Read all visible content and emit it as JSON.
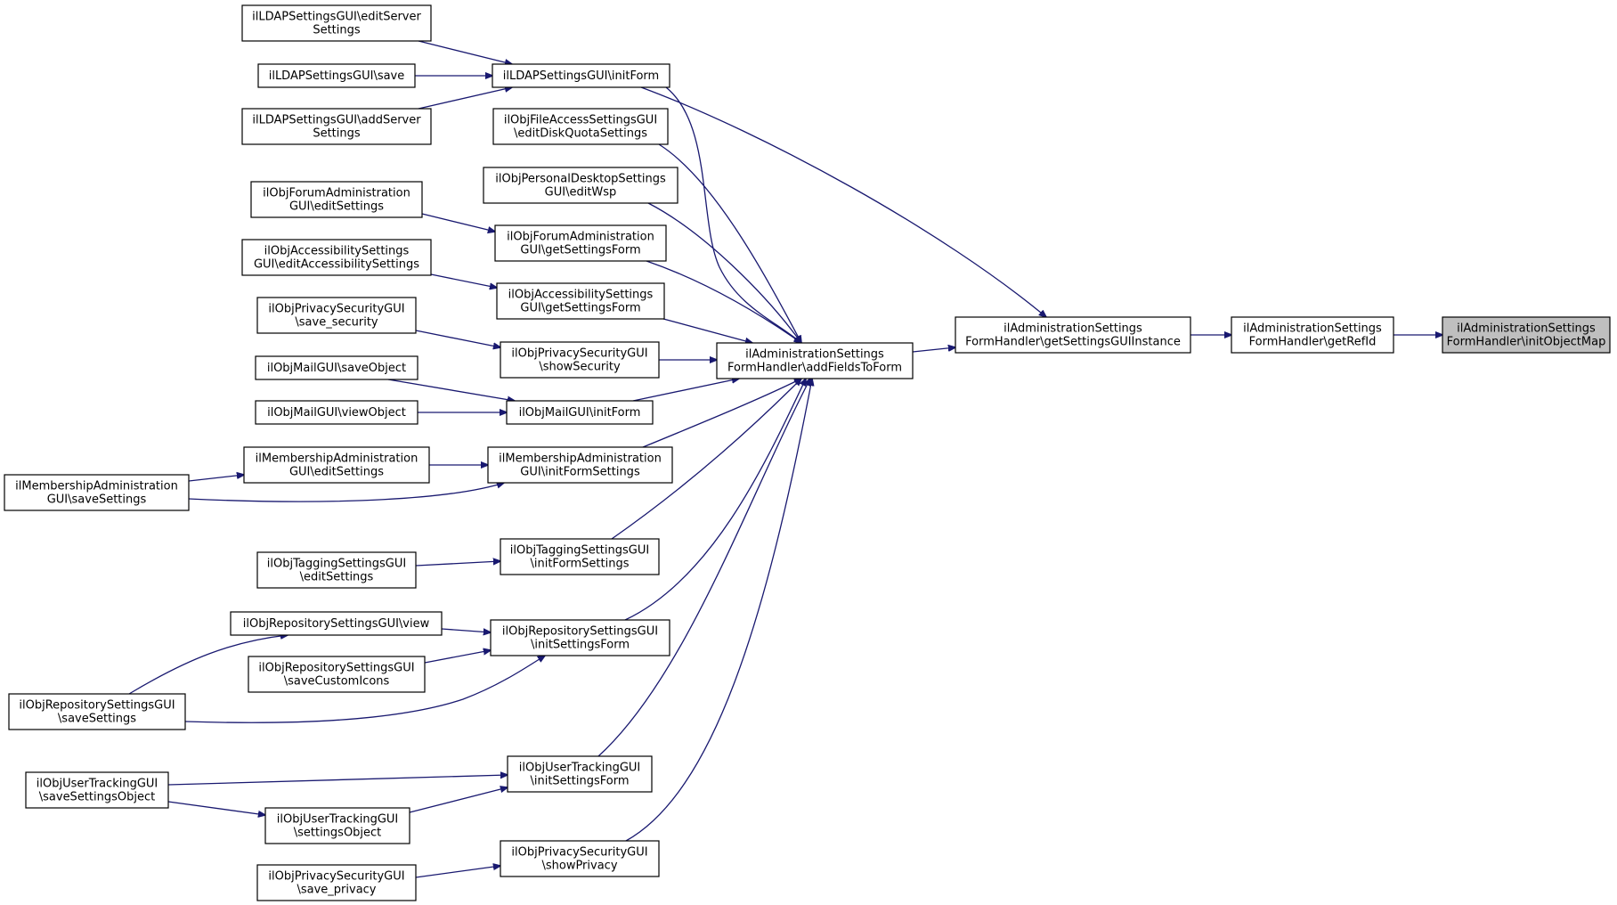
{
  "nodes": [
    {
      "id": "initObjectMap",
      "lines": [
        "ilAdministrationSettings",
        "FormHandler\\initObjectMap"
      ],
      "highlight": true
    },
    {
      "id": "getRefId",
      "lines": [
        "ilAdministrationSettings",
        "FormHandler\\getRefId"
      ]
    },
    {
      "id": "getSettingsGUIInstance",
      "lines": [
        "ilAdministrationSettings",
        "FormHandler\\getSettingsGUIInstance"
      ]
    },
    {
      "id": "addFieldsToForm",
      "lines": [
        "ilAdministrationSettings",
        "FormHandler\\addFieldsToForm"
      ]
    },
    {
      "id": "ldapInitForm",
      "lines": [
        "ilLDAPSettingsGUI\\initForm"
      ]
    },
    {
      "id": "ldapEditServer",
      "lines": [
        "ilLDAPSettingsGUI\\editServer",
        "Settings"
      ]
    },
    {
      "id": "ldapSave",
      "lines": [
        "ilLDAPSettingsGUI\\save"
      ]
    },
    {
      "id": "ldapAddServer",
      "lines": [
        "ilLDAPSettingsGUI\\addServer",
        "Settings"
      ]
    },
    {
      "id": "fileAccess",
      "lines": [
        "ilObjFileAccessSettingsGUI",
        "\\editDiskQuotaSettings"
      ]
    },
    {
      "id": "pdEditWsp",
      "lines": [
        "ilObjPersonalDesktopSettings",
        "GUI\\editWsp"
      ]
    },
    {
      "id": "forumEdit",
      "lines": [
        "ilObjForumAdministration",
        "GUI\\editSettings"
      ]
    },
    {
      "id": "forumGet",
      "lines": [
        "ilObjForumAdministration",
        "GUI\\getSettingsForm"
      ]
    },
    {
      "id": "accEdit",
      "lines": [
        "ilObjAccessibilitySettings",
        "GUI\\editAccessibilitySettings"
      ]
    },
    {
      "id": "accGet",
      "lines": [
        "ilObjAccessibilitySettings",
        "GUI\\getSettingsForm"
      ]
    },
    {
      "id": "privSaveSec",
      "lines": [
        "ilObjPrivacySecurityGUI",
        "\\save_security"
      ]
    },
    {
      "id": "privShowSec",
      "lines": [
        "ilObjPrivacySecurityGUI",
        "\\showSecurity"
      ]
    },
    {
      "id": "mailSave",
      "lines": [
        "ilObjMailGUI\\saveObject"
      ]
    },
    {
      "id": "mailView",
      "lines": [
        "ilObjMailGUI\\viewObject"
      ]
    },
    {
      "id": "mailInit",
      "lines": [
        "ilObjMailGUI\\initForm"
      ]
    },
    {
      "id": "memEdit",
      "lines": [
        "ilMembershipAdministration",
        "GUI\\editSettings"
      ]
    },
    {
      "id": "memInit",
      "lines": [
        "ilMembershipAdministration",
        "GUI\\initFormSettings"
      ]
    },
    {
      "id": "memSave",
      "lines": [
        "ilMembershipAdministration",
        "GUI\\saveSettings"
      ]
    },
    {
      "id": "tagEdit",
      "lines": [
        "ilObjTaggingSettingsGUI",
        "\\editSettings"
      ]
    },
    {
      "id": "tagInit",
      "lines": [
        "ilObjTaggingSettingsGUI",
        "\\initFormSettings"
      ]
    },
    {
      "id": "repoView",
      "lines": [
        "ilObjRepositorySettingsGUI\\view"
      ]
    },
    {
      "id": "repoInit",
      "lines": [
        "ilObjRepositorySettingsGUI",
        "\\initSettingsForm"
      ]
    },
    {
      "id": "repoIcons",
      "lines": [
        "ilObjRepositorySettingsGUI",
        "\\saveCustomIcons"
      ]
    },
    {
      "id": "repoSave",
      "lines": [
        "ilObjRepositorySettingsGUI",
        "\\saveSettings"
      ]
    },
    {
      "id": "utInit",
      "lines": [
        "ilObjUserTrackingGUI",
        "\\initSettingsForm"
      ]
    },
    {
      "id": "utSave",
      "lines": [
        "ilObjUserTrackingGUI",
        "\\saveSettingsObject"
      ]
    },
    {
      "id": "utSettings",
      "lines": [
        "ilObjUserTrackingGUI",
        "\\settingsObject"
      ]
    },
    {
      "id": "privShowPriv",
      "lines": [
        "ilObjPrivacySecurityGUI",
        "\\showPrivacy"
      ]
    },
    {
      "id": "privSavePriv",
      "lines": [
        "ilObjPrivacySecurityGUI",
        "\\save_privacy"
      ]
    }
  ],
  "edges": [
    [
      "getRefId",
      "initObjectMap"
    ],
    [
      "getSettingsGUIInstance",
      "getRefId"
    ],
    [
      "addFieldsToForm",
      "getSettingsGUIInstance"
    ],
    [
      "ldapInitForm",
      "getSettingsGUIInstance"
    ],
    [
      "ldapInitForm",
      "addFieldsToForm"
    ],
    [
      "ldapEditServer",
      "ldapInitForm"
    ],
    [
      "ldapSave",
      "ldapInitForm"
    ],
    [
      "ldapAddServer",
      "ldapInitForm"
    ],
    [
      "fileAccess",
      "addFieldsToForm"
    ],
    [
      "pdEditWsp",
      "addFieldsToForm"
    ],
    [
      "forumGet",
      "addFieldsToForm"
    ],
    [
      "forumEdit",
      "forumGet"
    ],
    [
      "accGet",
      "addFieldsToForm"
    ],
    [
      "accEdit",
      "accGet"
    ],
    [
      "privShowSec",
      "addFieldsToForm"
    ],
    [
      "privSaveSec",
      "privShowSec"
    ],
    [
      "mailInit",
      "addFieldsToForm"
    ],
    [
      "mailSave",
      "mailInit"
    ],
    [
      "mailView",
      "mailInit"
    ],
    [
      "memInit",
      "addFieldsToForm"
    ],
    [
      "memEdit",
      "memInit"
    ],
    [
      "memSave",
      "memEdit"
    ],
    [
      "memSave",
      "memInit"
    ],
    [
      "tagInit",
      "addFieldsToForm"
    ],
    [
      "tagEdit",
      "tagInit"
    ],
    [
      "repoInit",
      "addFieldsToForm"
    ],
    [
      "repoView",
      "repoInit"
    ],
    [
      "repoIcons",
      "repoInit"
    ],
    [
      "repoSave",
      "repoView"
    ],
    [
      "repoSave",
      "repoInit"
    ],
    [
      "utInit",
      "addFieldsToForm"
    ],
    [
      "utSave",
      "utInit"
    ],
    [
      "utSettings",
      "utInit"
    ],
    [
      "utSave",
      "utSettings"
    ],
    [
      "privShowPriv",
      "addFieldsToForm"
    ],
    [
      "privSavePriv",
      "privShowPriv"
    ]
  ],
  "colors": {
    "edge": "#191970",
    "node_border": "#000000",
    "node_fill": "#ffffff",
    "highlight_fill": "#bfbfbf"
  }
}
